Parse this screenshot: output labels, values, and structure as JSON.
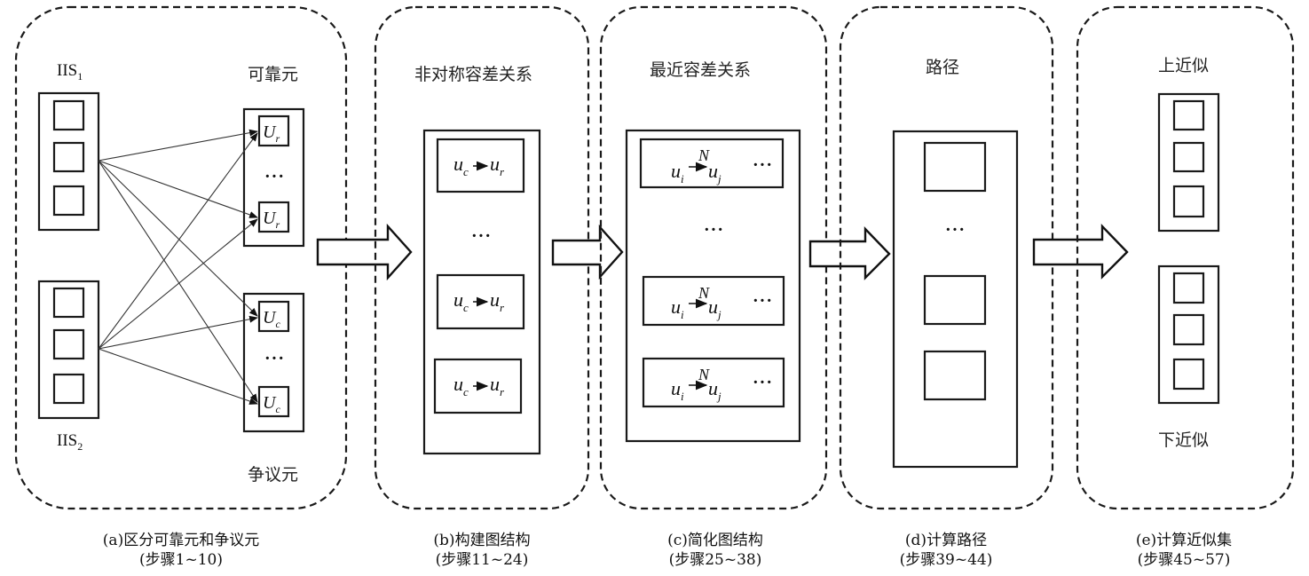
{
  "panels": [
    {
      "id": "a",
      "labels": {
        "iis1": "IIS",
        "iis1_sub": "1",
        "iis2": "IIS",
        "iis2_sub": "2",
        "reliable": "可靠元",
        "controversial": "争议元",
        "ur": "U",
        "ur_sub": "r",
        "uc": "U",
        "uc_sub": "c",
        "ellipsis": "···"
      },
      "caption_line1": "(a)区分可靠元和争议元",
      "caption_line2": "(步骤1~10)"
    },
    {
      "id": "b",
      "title": "非对称容差关系",
      "relation": {
        "from": "u",
        "from_sub": "c",
        "to": "u",
        "to_sub": "r"
      },
      "ellipsis": "···",
      "caption_line1": "(b)构建图结构",
      "caption_line2": "(步骤11~24)"
    },
    {
      "id": "c",
      "title": "最近容差关系",
      "relation": {
        "from": "u",
        "from_sub": "i",
        "to": "u",
        "to_sub": "j",
        "over": "N"
      },
      "ellipsis": "···",
      "caption_line1": "(c)简化图结构",
      "caption_line2": "(步骤25~38)"
    },
    {
      "id": "d",
      "title": "路径",
      "ellipsis": "···",
      "caption_line1": "(d)计算路径",
      "caption_line2": "(步骤39~44)"
    },
    {
      "id": "e",
      "upper": "上近似",
      "lower": "下近似",
      "caption_line1": "(e)计算近似集",
      "caption_line2": "(步骤45~57)"
    }
  ]
}
